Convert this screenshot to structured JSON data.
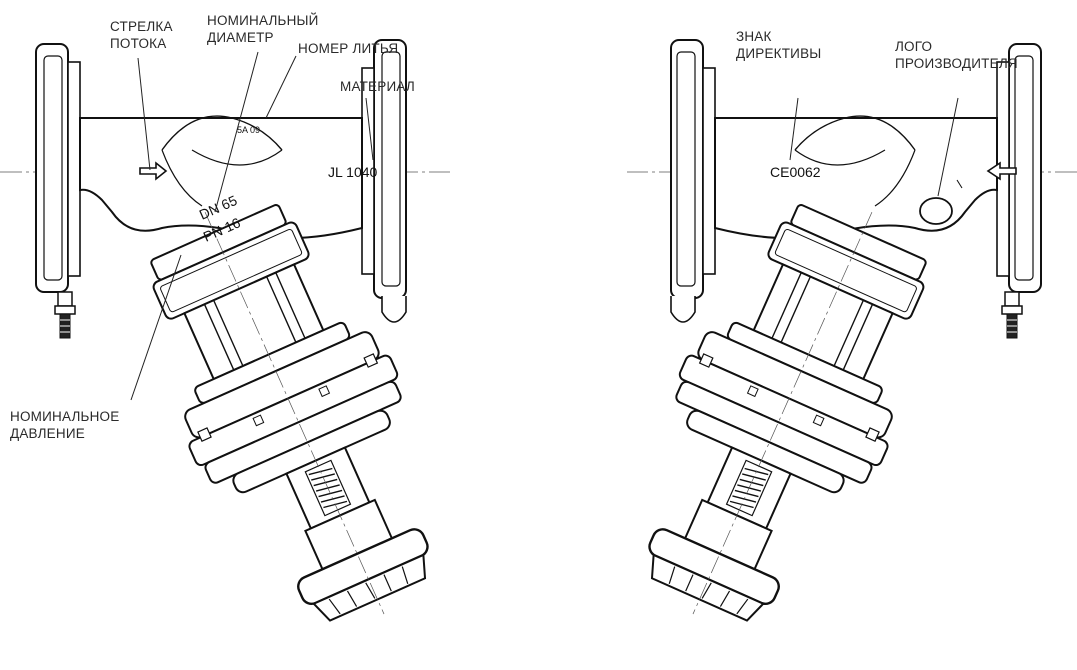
{
  "left_view": {
    "callouts": {
      "flow_arrow": [
        "СТРЕЛКА",
        "ПОТОКА"
      ],
      "nominal_diameter": [
        "НОМИНАЛЬНЫЙ",
        "ДИАМЕТР"
      ],
      "casting_number": [
        "НОМЕР ЛИТЬЯ"
      ],
      "material": [
        "МАТЕРИАЛ"
      ],
      "nominal_pressure": [
        "НОМИНАЛЬНОЕ",
        "ДАВЛЕНИЕ"
      ]
    },
    "body_marks": {
      "casting_number": "5A 09",
      "material": "JL 1040",
      "dn": "DN 65",
      "pn": "PN 16"
    }
  },
  "right_view": {
    "callouts": {
      "directive_mark": [
        "ЗНАК",
        "ДИРЕКТИВЫ"
      ],
      "manufacturer_logo": [
        "ЛОГО",
        "ПРОИЗВОДИТЕЛЯ"
      ]
    },
    "body_marks": {
      "directive": "CE0062"
    }
  },
  "colors": {
    "line": "#111111",
    "label": "#2a2a2a"
  }
}
